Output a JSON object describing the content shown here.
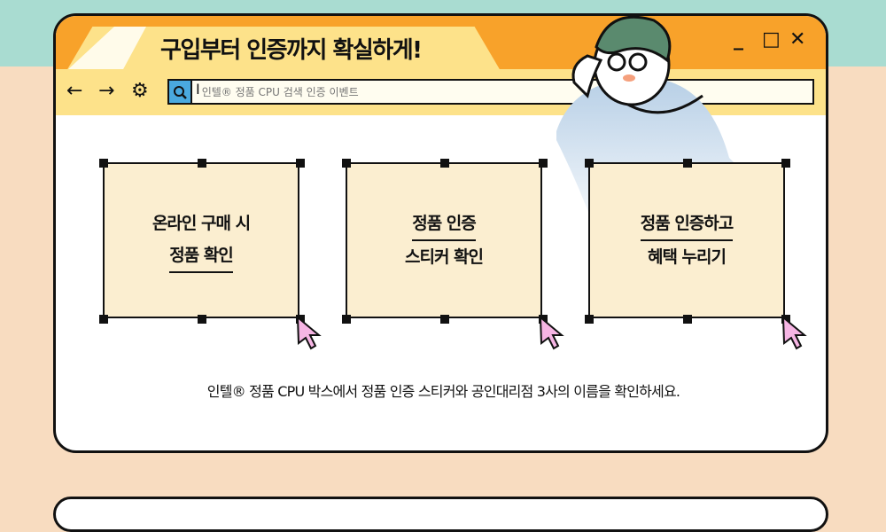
{
  "window": {
    "title": "구입부터 인증까지 확실하게!",
    "minimize": "_",
    "maximize": "□",
    "close": "✕"
  },
  "toolbar": {
    "back": "←",
    "forward": "→",
    "settings": "⚙",
    "search_placeholder": "인텔® 정품 CPU 검색 인증 이벤트"
  },
  "cards": [
    {
      "line1": "온라인 구매 시",
      "line2": "정품 확인"
    },
    {
      "line1": "정품 인증",
      "line2": "스티커 확인"
    },
    {
      "line1": "정품 인증하고",
      "line2": "혜택 누리기"
    }
  ],
  "caption": "인텔® 정품 CPU 박스에서 정품 인증 스티커와 공인대리점 3사의 이름을 확인하세요.",
  "colors": {
    "orange": "#f8a22a",
    "yellow": "#fde28a",
    "card": "#fbeed0",
    "cursor": "#f6b5e4",
    "teal": "#a9dcd1",
    "peach": "#f8dcc0"
  }
}
